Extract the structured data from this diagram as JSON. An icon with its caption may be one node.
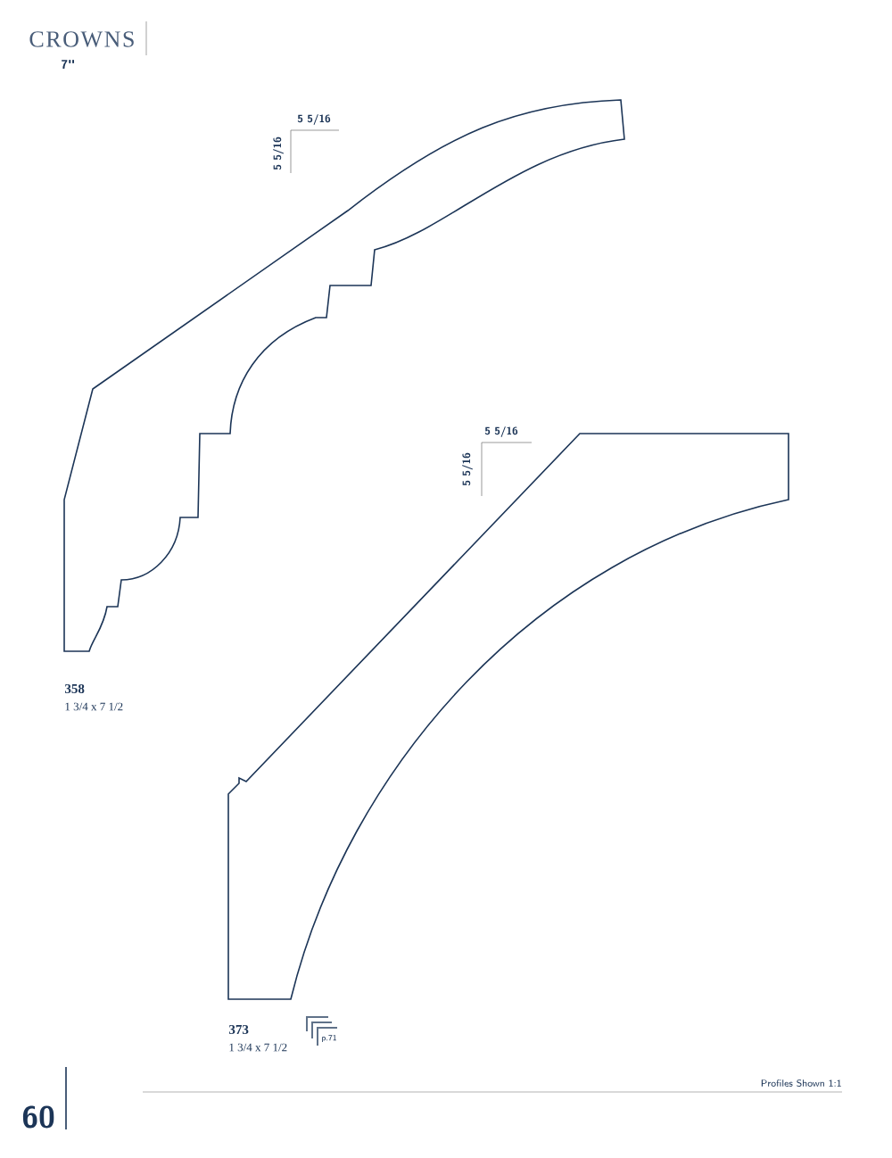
{
  "diagram": {
    "title": "CROWNS",
    "labels": [
      "7\"",
      "5 5/16",
      "5 5/16",
      "5 5/16",
      "5 5/16",
      "358",
      "1 3/4 x 7 1/2",
      "373",
      "1 3/4 x 7 1/2",
      "p.71",
      "Profiles Shown 1:1",
      "60"
    ]
  }
}
